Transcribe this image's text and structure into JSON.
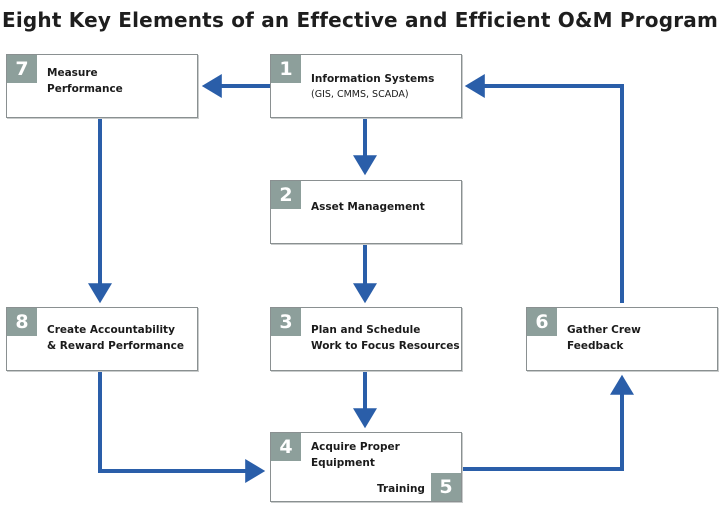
{
  "title": "Eight Key Elements of an Effective and Efficient O&M Program",
  "colors": {
    "arrow": "#2a5ea9",
    "badge": "#8d9f9b",
    "border": "#8a9091"
  },
  "elements": {
    "e1": {
      "num": "1",
      "line1": "Information Systems",
      "line2": "(GIS, CMMS, SCADA)"
    },
    "e2": {
      "num": "2",
      "line1": "Asset Management"
    },
    "e3": {
      "num": "3",
      "line1": "Plan and Schedule",
      "line2": "Work to Focus Resources"
    },
    "e4": {
      "num": "4",
      "line1": "Acquire Proper",
      "line2": "Equipment"
    },
    "e5": {
      "num": "5",
      "line1": "Training"
    },
    "e6": {
      "num": "6",
      "line1": "Gather Crew",
      "line2": "Feedback"
    },
    "e7": {
      "num": "7",
      "line1": "Measure",
      "line2": "Performance"
    },
    "e8": {
      "num": "8",
      "line1": "Create Accountability",
      "line2": "& Reward Performance"
    }
  }
}
